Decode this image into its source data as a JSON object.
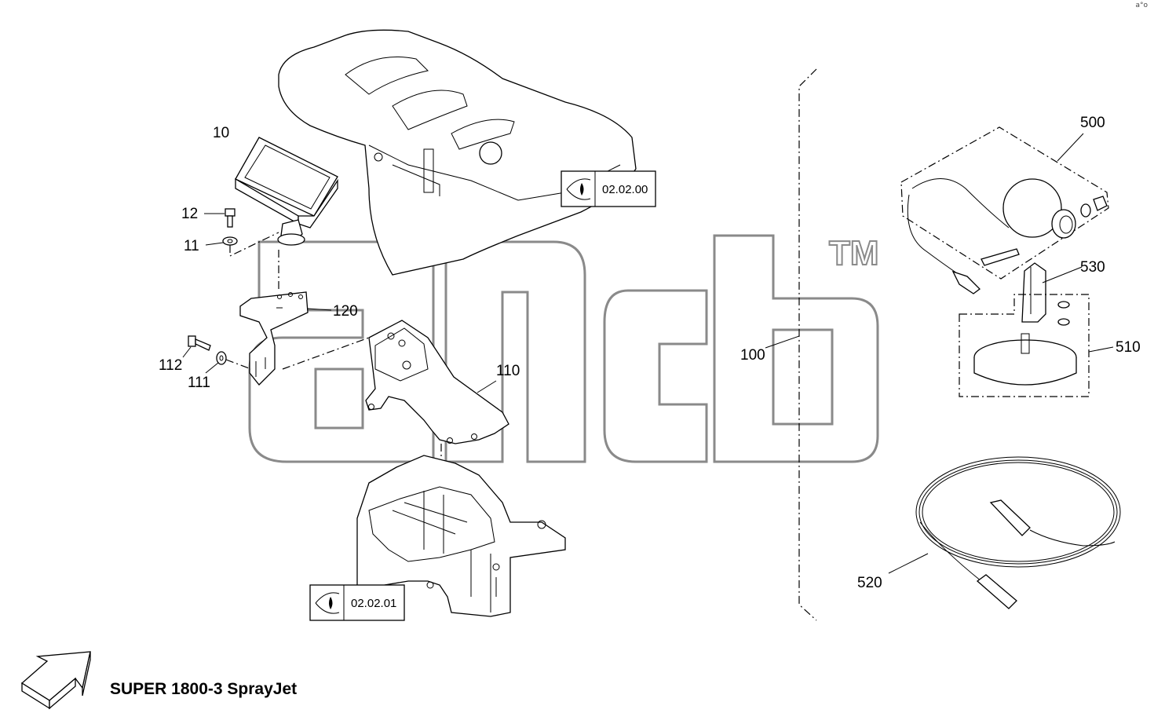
{
  "title": "SUPER 1800-3 SprayJet",
  "corner_mark": "a°o",
  "watermark": "TM",
  "ref_boxes": [
    {
      "id": "ref-02-02-00",
      "text": "02.02.00"
    },
    {
      "id": "ref-02-02-01",
      "text": "02.02.01"
    }
  ],
  "part_labels": {
    "p10": "10",
    "p12": "12",
    "p11": "11",
    "p120": "120",
    "p112": "112",
    "p111": "111",
    "p110": "110",
    "p100": "100",
    "p500": "500",
    "p530": "530",
    "p510": "510",
    "p520": "520"
  },
  "icons": {
    "view": "eye-view-icon",
    "direction": "direction-arrow-icon"
  },
  "colors": {
    "line": "#000000",
    "watermark": "#8a8a8a",
    "background": "#ffffff"
  }
}
